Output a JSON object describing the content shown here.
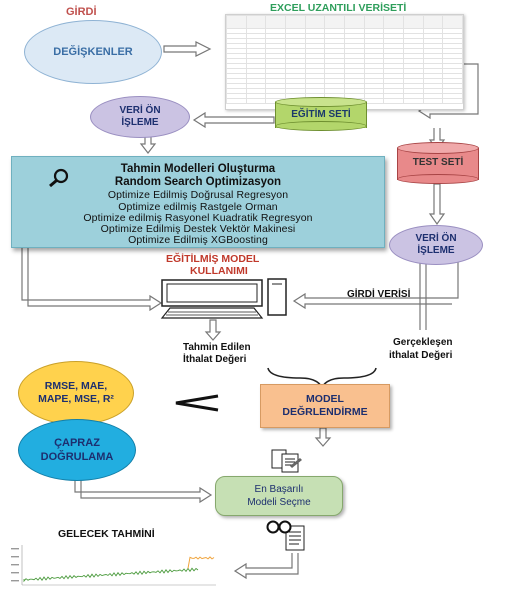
{
  "labels": {
    "girdi": "GİRDİ",
    "excel": "EXCEL UZANTILI VERİSETİ",
    "egitilmis_1": "EĞİTİLMİŞ MODEL",
    "egitilmis_2": "KULLANIMI",
    "girdi_verisi": "GİRDİ VERİSİ",
    "tahmin_edilen_1": "Tahmin Edilen",
    "tahmin_edilen_2": "İthalat Değeri",
    "gerceklesen_1": "Gerçekleşen",
    "gerceklesen_2": "ithalat Değeri",
    "gelecek": "GELECEK TAHMİNİ"
  },
  "nodes": {
    "degiskenler": "DEĞİŞKENLER",
    "veri_on_isleme_1_l1": "VERİ ÖN",
    "veri_on_isleme_1_l2": "İŞLEME",
    "egitim_seti": "EĞİTİM SETİ",
    "test_seti": "TEST SETİ",
    "veri_on_isleme_2_l1": "VERİ ÖN",
    "veri_on_isleme_2_l2": "İŞLEME",
    "metrics": "RMSE, MAE, MAPE, MSE, R²",
    "capraz_l1": "ÇAPRAZ",
    "capraz_l2": "DOĞRULAMA",
    "model_deg_l1": "MODEL",
    "model_deg_l2": "DEĞRLENDİRME",
    "en_basarili_l1": "En Başarılı",
    "en_basarili_l2": "Modeli Seçme"
  },
  "models_box": {
    "title_1": "Tahmin Modelleri Oluşturma",
    "title_2": "Random Search Optimizasyon",
    "items": [
      "Optimize Edilmiş Doğrusal Regresyon",
      "Optimize edilmiş Rastgele Orman",
      "Optimize edilmiş Rasyonel Kuadratik Regresyon",
      "Optimize Edilmiş Destek Vektör Makinesi",
      "Optimize Edilmiş XGBoosting"
    ]
  },
  "colors": {
    "girdi_label": "#c0504d",
    "excel_label": "#2e9e5b",
    "egitilmis_label": "#c0392b",
    "light_blue_ellipse": "#dce9f5",
    "purple_ellipse": "#cbc3e3",
    "green_cylinder": "#b3d66b",
    "red_cylinder": "#e8898a",
    "yellow_ellipse": "#ffd24d",
    "cyan_ellipse": "#22aee0",
    "models_box": "#9dd0db",
    "orange_box": "#f9c08f",
    "green_box": "#c6e0b4"
  },
  "icons": [
    "magnifier-icon",
    "computer-icon",
    "documents-icon",
    "glasses-icon",
    "chart-thumbnail"
  ]
}
